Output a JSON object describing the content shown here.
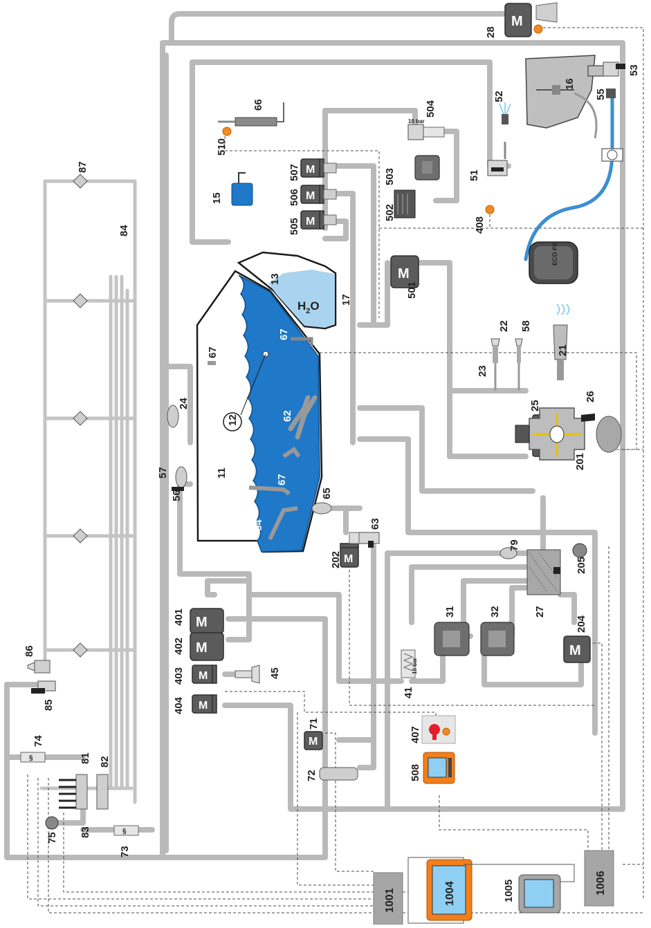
{
  "labels": {
    "l11": "11",
    "l12": "12",
    "l13": "13",
    "l15": "15",
    "l16": "16",
    "l17": "17",
    "l21": "21",
    "l22": "22",
    "l23": "23",
    "l24": "24",
    "l25": "25",
    "l26": "26",
    "l27": "27",
    "l28": "28",
    "l31": "31",
    "l32": "32",
    "l41": "41",
    "l45": "45",
    "l51": "51",
    "l52": "52",
    "l53": "53",
    "l55": "55",
    "l56": "56",
    "l57": "57",
    "l58": "58",
    "l62": "62",
    "l63": "63",
    "l64": "64",
    "l65": "65",
    "l66": "66",
    "l67a": "67",
    "l67b": "67",
    "l67c": "67",
    "l71": "71",
    "l72": "72",
    "l73": "73",
    "l74": "74",
    "l75": "75",
    "l79": "79",
    "l81": "81",
    "l82": "82",
    "l83": "83",
    "l84": "84",
    "l85": "85",
    "l86": "86",
    "l87": "87",
    "l201": "201",
    "l202": "202",
    "l204": "204",
    "l205": "205",
    "l401": "401",
    "l402": "402",
    "l403": "403",
    "l404": "404",
    "l407": "407",
    "l408": "408",
    "l501": "501",
    "l502": "502",
    "l503": "503",
    "l504": "504",
    "l505": "505",
    "l506": "506",
    "l507": "507",
    "l508": "508",
    "l510": "510",
    "l1001": "1001",
    "l1004": "1004",
    "l1005": "1005",
    "l1006": "1006"
  },
  "text": {
    "motor": "M",
    "h2o_h": "H",
    "h2o_sub": "2",
    "h2o_o": "O",
    "ten_bar_a": "10 bar",
    "ten_bar_b": "10 bar",
    "eco_fill": "ECO Fill"
  },
  "colors": {
    "water_blue": "#1f78c8",
    "water_light": "#a9d3ef",
    "pipe_grey": "#b9b9b9",
    "motor_grey": "#5b5b5b",
    "valve_blue": "#2aa6d8",
    "orange": "#f08a24",
    "screen_orange": "#f07f1c",
    "screen_blue": "#8fcff3",
    "red": "#e21f26"
  },
  "icons": {
    "motor": "motor-icon",
    "fan": "fan-icon",
    "nozzle": "nozzle-icon",
    "sensor": "sensor-icon",
    "tank": "canister-icon",
    "screen": "display-icon"
  }
}
